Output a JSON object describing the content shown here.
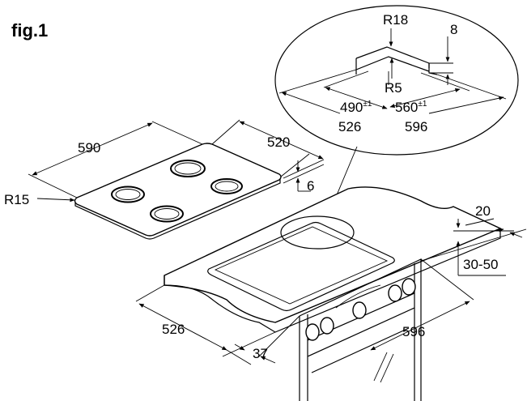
{
  "figure": {
    "title": "fig.1"
  },
  "hob": {
    "width_label": "590",
    "depth_label": "520",
    "thickness_label": "6",
    "corner_radius_label": "R15"
  },
  "detail": {
    "outer_radius_label": "R18",
    "height_label": "8",
    "inner_radius_label": "R5",
    "cutout_depth_label": "490",
    "cutout_depth_tol": "±1",
    "cutout_width_label": "560",
    "cutout_width_tol": "±1",
    "outer_depth_label": "526",
    "outer_width_label": "596"
  },
  "worktop": {
    "edge_distance_label": "20",
    "worktop_thickness_label": "30-50",
    "cabinet_depth_label": "526",
    "cabinet_width_label": "596",
    "front_offset_label": "37"
  },
  "colors": {
    "line": "#000000",
    "background": "#ffffff"
  }
}
